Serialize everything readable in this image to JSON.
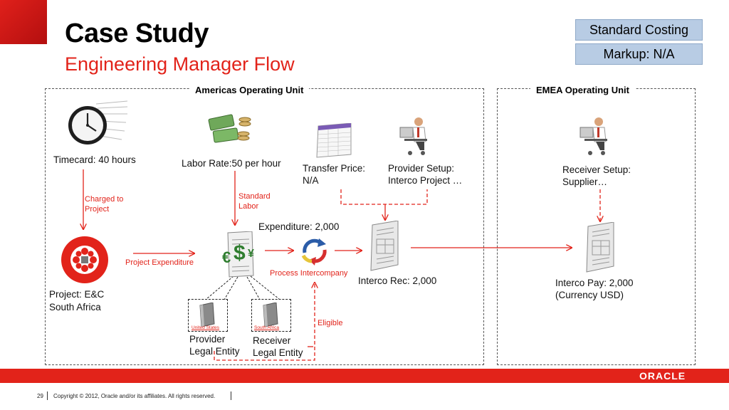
{
  "header": {
    "title": "Case Study",
    "subtitle": "Engineering Manager Flow",
    "badge_costing": "Standard Costing",
    "badge_markup": "Markup: N/A"
  },
  "units": {
    "americas": "Americas Operating Unit",
    "emea": "EMEA Operating Unit"
  },
  "nodes": {
    "timecard": "Timecard: 40 hours",
    "labor_rate": "Labor Rate:50 per hour",
    "transfer_price_1": "Transfer Price:",
    "transfer_price_2": "N/A",
    "provider_setup_1": "Provider Setup:",
    "provider_setup_2": "Interco Project …",
    "receiver_setup_1": "Receiver Setup:",
    "receiver_setup_2": "Supplier…",
    "expenditure": "Expenditure: 2,000",
    "interco_rec": "Interco Rec: 2,000",
    "interco_pay_1": "Interco Pay: 2,000",
    "interco_pay_2": "(Currency USD)",
    "project_1": "Project: E&C",
    "project_2": "South Africa",
    "provider_entity_1": "Provider",
    "provider_entity_2": "Legal Entity",
    "receiver_entity_1": "Receiver",
    "receiver_entity_2": "Legal Entity",
    "us_tag": "United States",
    "sa_tag": "South Africa"
  },
  "edge_labels": {
    "charged_1": "Charged to",
    "charged_2": "Project",
    "standard_1": "Standard",
    "standard_2": "Labor",
    "project_expenditure": "Project Expenditure",
    "process_interco": "Process Intercompany",
    "eligible": "Eligible"
  },
  "footer": {
    "page": "29",
    "copyright": "Copyright © 2012, Oracle and/or its affiliates. All rights reserved.",
    "logo": "ORACLE"
  },
  "colors": {
    "accent_red": "#e2231a",
    "badge_blue": "#b8cce4"
  }
}
